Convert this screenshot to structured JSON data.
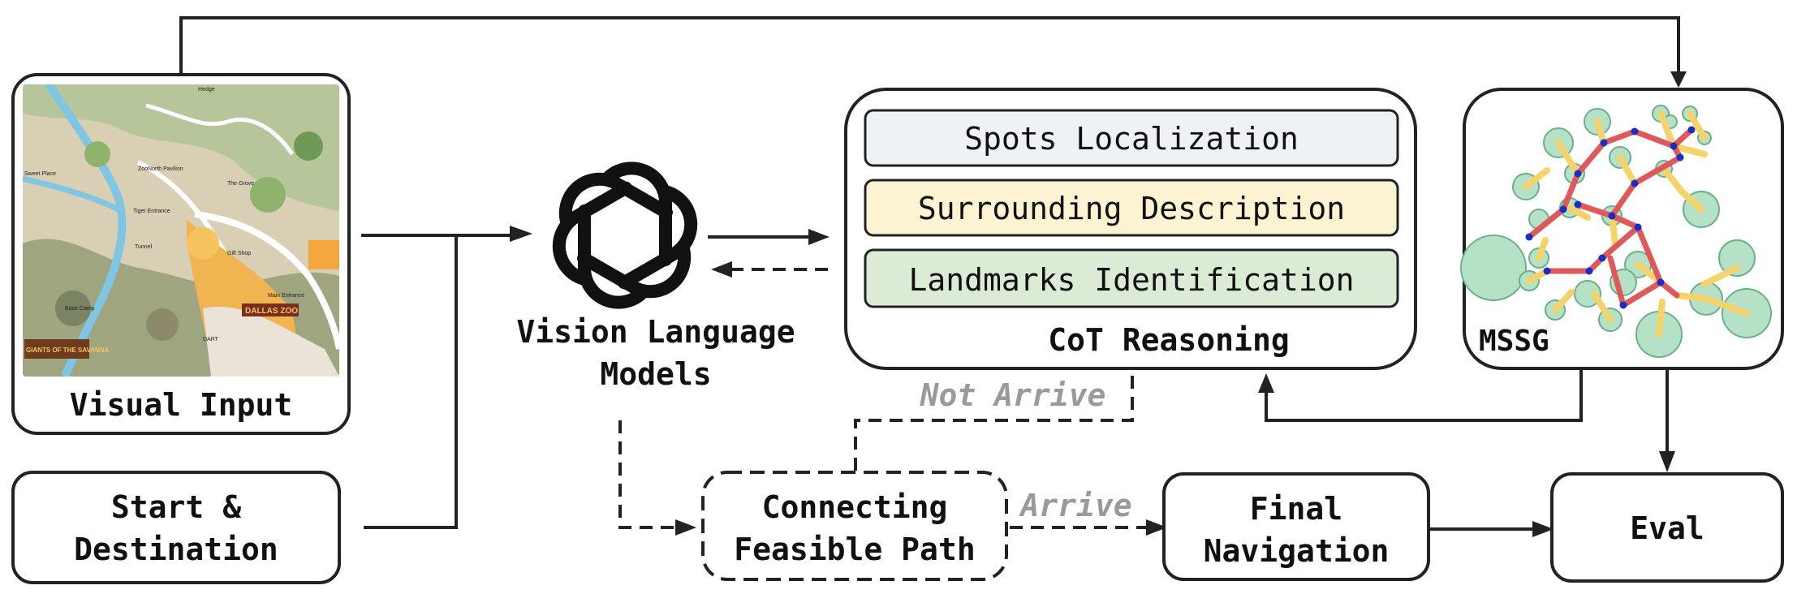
{
  "nodes": {
    "visual_input": "Visual Input",
    "start_destination": [
      "Start &",
      "Destination"
    ],
    "vlm": [
      "Vision Language",
      "Models"
    ],
    "cot": {
      "title": "CoT Reasoning",
      "steps": [
        "Spots Localization",
        "Surrounding Description",
        "Landmarks Identification"
      ]
    },
    "mssg": "MSSG",
    "connecting": [
      "Connecting",
      "Feasible Path"
    ],
    "final_nav": [
      "Final",
      "Navigation"
    ],
    "eval": "Eval"
  },
  "edge_labels": {
    "not_arrive": "Not Arrive",
    "arrive": "Arrive"
  },
  "map_labels": [
    "Hedge",
    "ZooNorth Pavilion",
    "The Grove",
    "Tiger Entrance",
    "Tunnel",
    "Gift Shop",
    "Main Entrance",
    "DALLAS ZOO",
    "Base Camp",
    "GIANTS OF THE SAVANNA",
    "Sweet Place",
    "DART"
  ],
  "colors": {
    "step1": "#eef2f7",
    "step2": "#fcf3d2",
    "step3": "#dcebd6",
    "node_fill": "#b5e2c7",
    "node_stroke": "#6cb08a",
    "edge_red": "#e0595a",
    "edge_yellow": "#f6d36a",
    "junction": "#1a2ec4"
  }
}
